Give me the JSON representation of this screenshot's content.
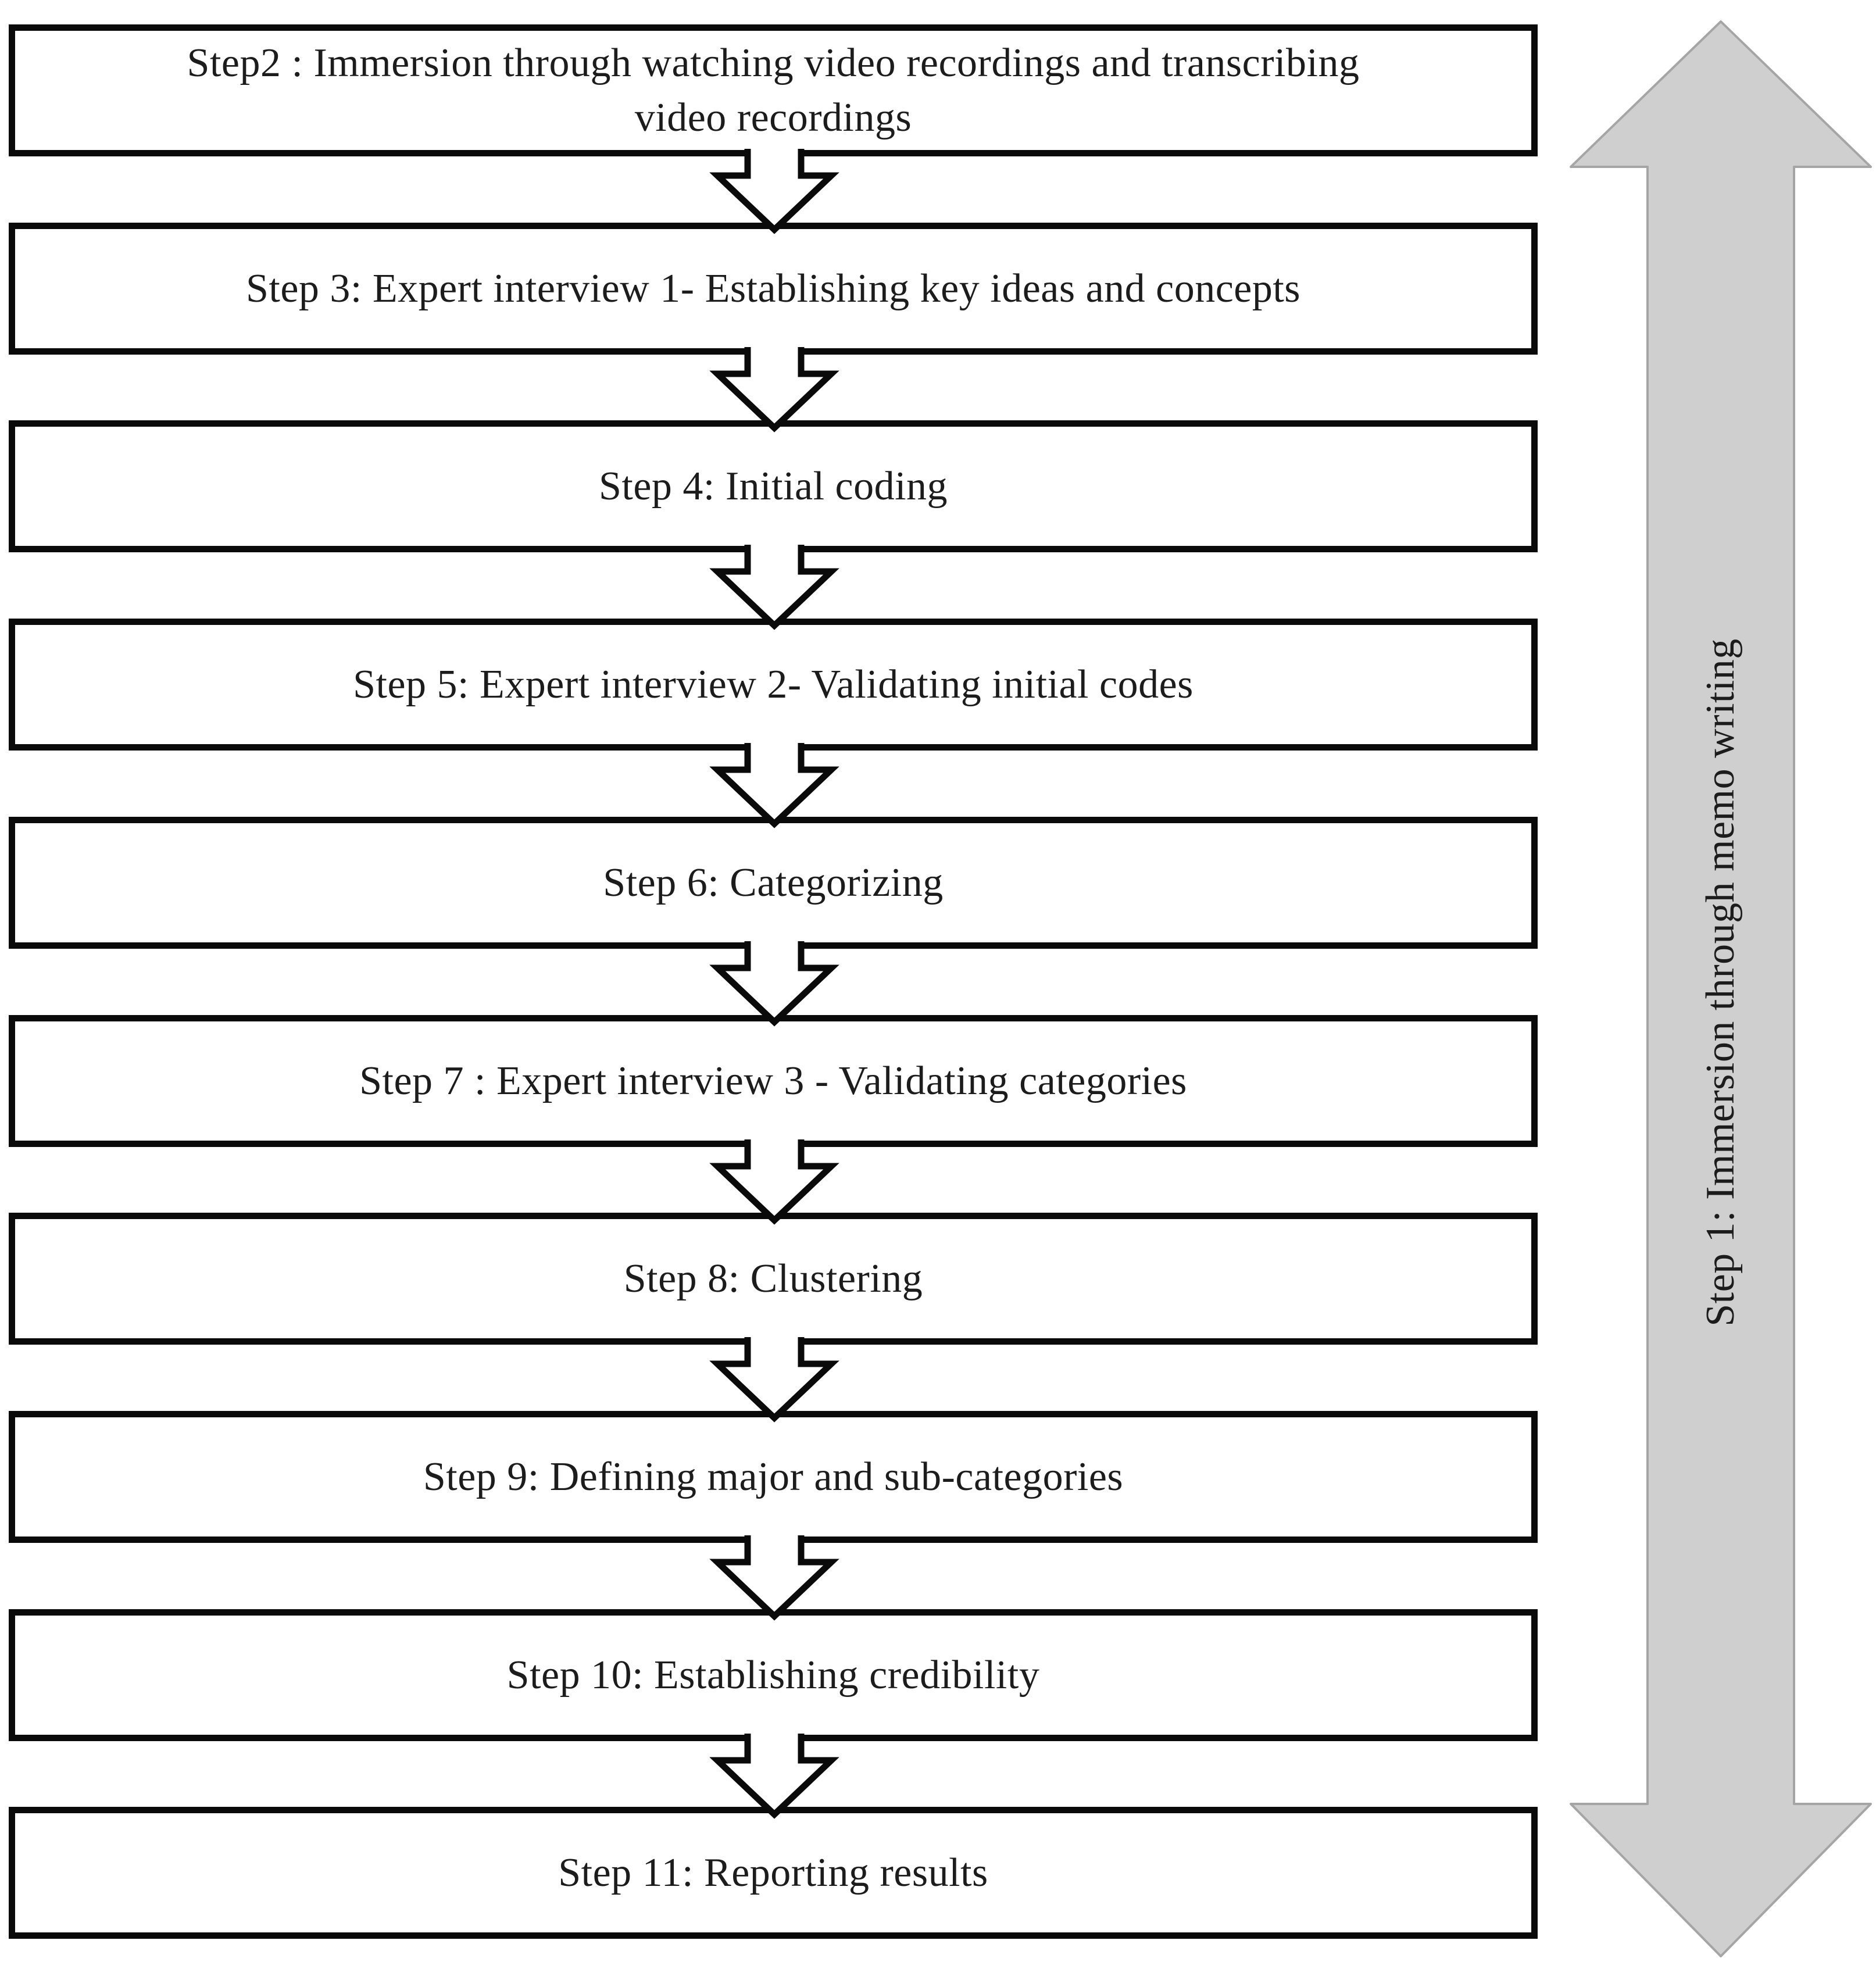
{
  "diagram": {
    "steps": [
      "Step2 : Immersion through watching video recordings and transcribing\nvideo recordings",
      "Step 3: Expert interview 1- Establishing key ideas and concepts",
      "Step 4: Initial coding",
      "Step 5: Expert interview 2- Validating initial codes",
      "Step 6: Categorizing",
      "Step 7 : Expert interview 3 - Validating categories",
      "Step 8: Clustering",
      "Step 9: Defining major and sub-categories",
      "Step 10: Establishing credibility",
      "Step 11: Reporting results"
    ],
    "side_arrow_label": "Step 1: Immersion through memo writing",
    "colors": {
      "box_border": "#0a0a0a",
      "box_fill": "#ffffff",
      "text": "#1c1c1c",
      "connector_fill": "#ffffff",
      "connector_stroke": "#0a0a0a",
      "side_arrow_fill": "#cfcfcf",
      "side_arrow_stroke": "#a5a5a5"
    }
  }
}
